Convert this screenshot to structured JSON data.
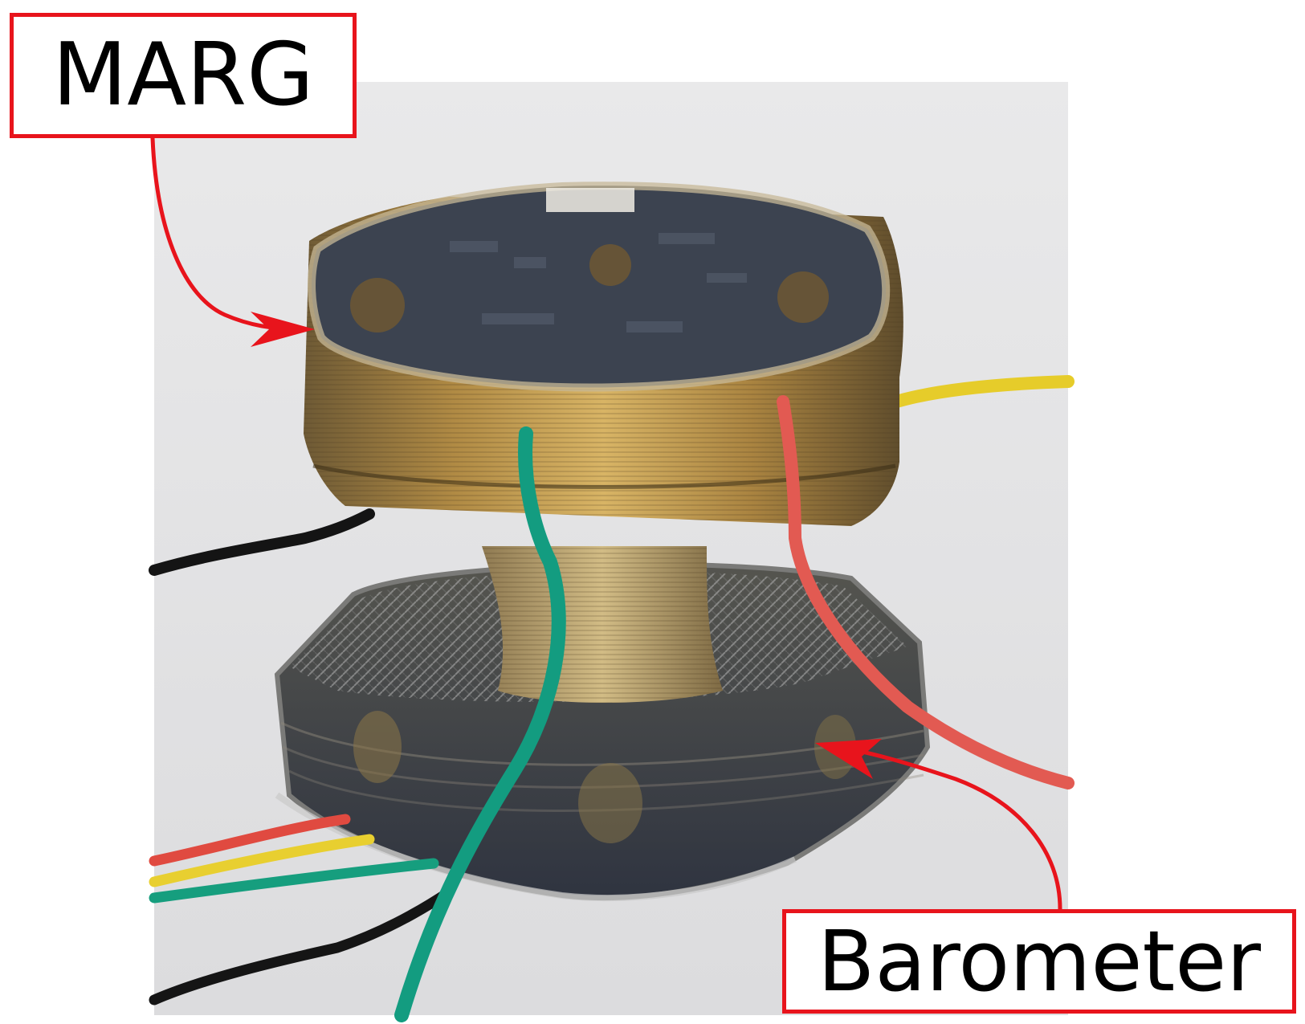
{
  "labels": {
    "marg": "MARG",
    "barometer": "Barometer"
  },
  "colors": {
    "annotation": "#e8141c",
    "background": "#ffffff",
    "photo_background": "#e6e6e6",
    "coil_copper": "#b8914a",
    "sensor_board": "#3e4552"
  },
  "wires": [
    "yellow",
    "red",
    "green",
    "black"
  ]
}
